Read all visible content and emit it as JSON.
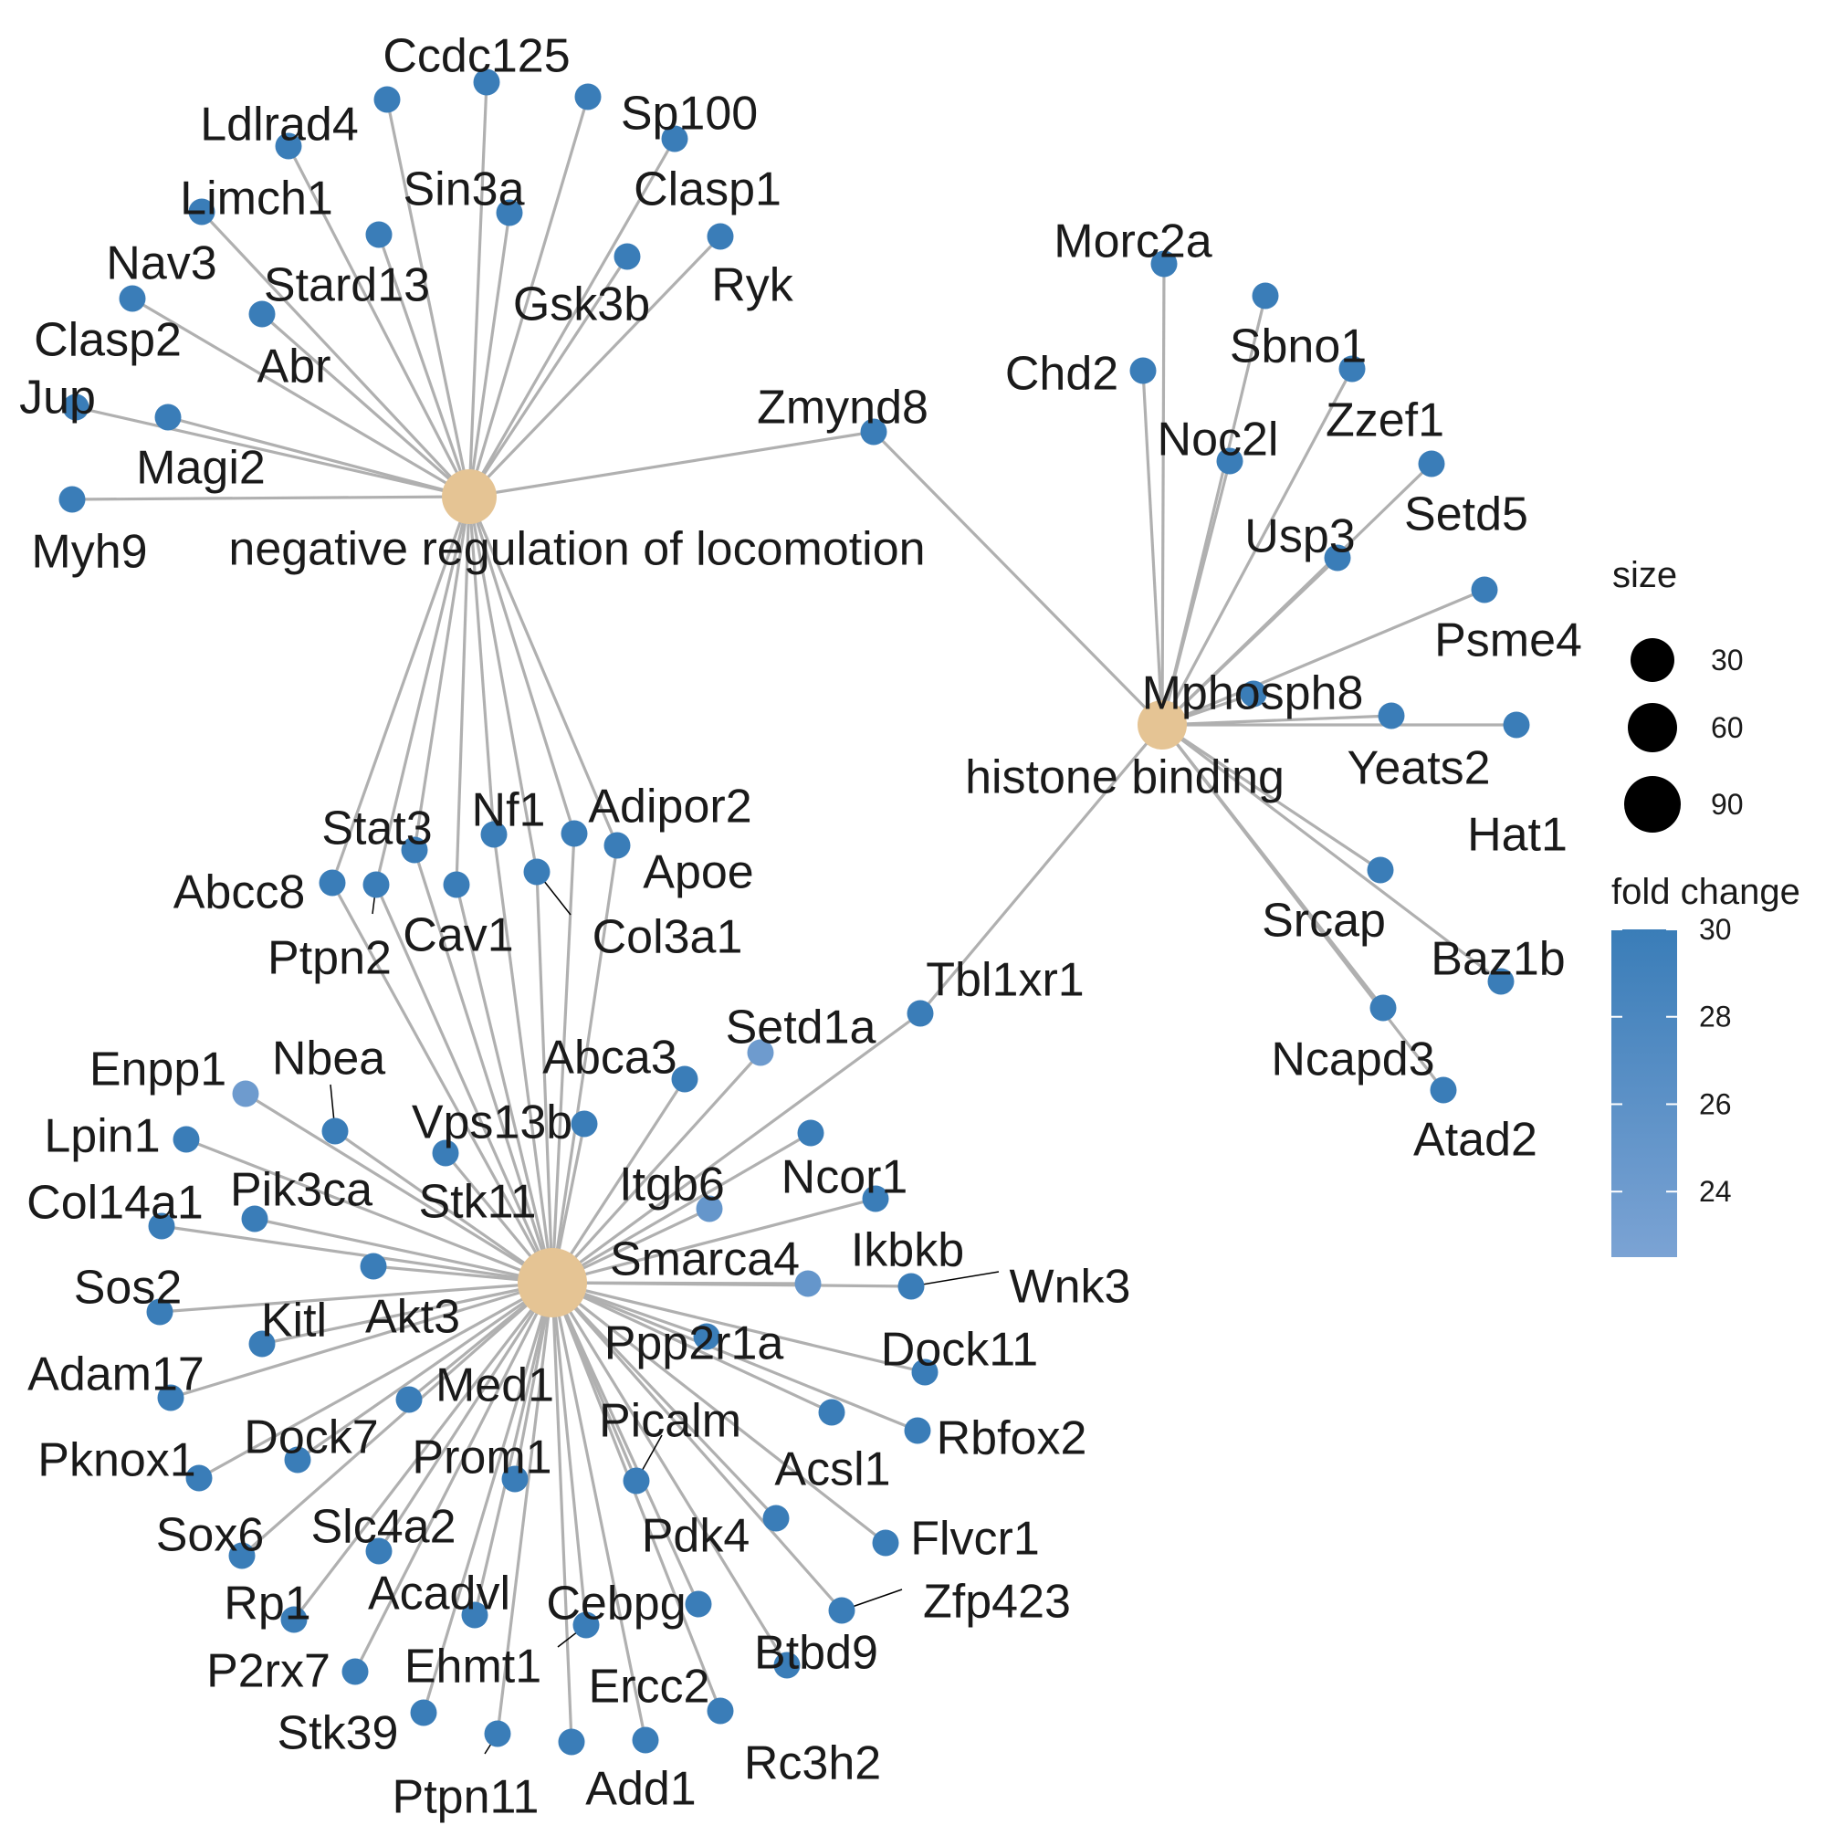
{
  "hubs": [
    {
      "id": "h1",
      "label": "negative regulation of locomotion",
      "color": "#E5C494"
    },
    {
      "id": "h2",
      "label": "histone binding",
      "color": "#E5C494"
    },
    {
      "id": "h3",
      "label": "",
      "color": "#E5C494"
    }
  ],
  "genes": [
    {
      "name": "Ccdc125",
      "fold_change": 30,
      "hubs": [
        "h1"
      ]
    },
    {
      "name": "Ldlrad4",
      "fold_change": 30,
      "hubs": [
        "h1"
      ]
    },
    {
      "name": "Sp100",
      "fold_change": 30,
      "hubs": [
        "h1"
      ]
    },
    {
      "name": "Sin3a",
      "fold_change": 30,
      "hubs": [
        "h1"
      ]
    },
    {
      "name": "Clasp1",
      "fold_change": 30,
      "hubs": [
        "h1"
      ]
    },
    {
      "name": "Limch1",
      "fold_change": 30,
      "hubs": [
        "h1"
      ]
    },
    {
      "name": "Stard13",
      "fold_change": 30,
      "hubs": [
        "h1"
      ]
    },
    {
      "name": "Nav3",
      "fold_change": 30,
      "hubs": [
        "h1"
      ]
    },
    {
      "name": "Gsk3b",
      "fold_change": 30,
      "hubs": [
        "h1"
      ]
    },
    {
      "name": "Ryk",
      "fold_change": 30,
      "hubs": [
        "h1"
      ]
    },
    {
      "name": "Clasp2",
      "fold_change": 30,
      "hubs": [
        "h1"
      ]
    },
    {
      "name": "Abr",
      "fold_change": 30,
      "hubs": [
        "h1"
      ]
    },
    {
      "name": "Jup",
      "fold_change": 30,
      "hubs": [
        "h1"
      ]
    },
    {
      "name": "Magi2",
      "fold_change": 30,
      "hubs": [
        "h1"
      ]
    },
    {
      "name": "Myh9",
      "fold_change": 30,
      "hubs": [
        "h1"
      ]
    },
    {
      "name": "Zmynd8",
      "fold_change": 30,
      "hubs": [
        "h1",
        "h2"
      ]
    },
    {
      "name": "Morc2a",
      "fold_change": 30,
      "hubs": [
        "h2"
      ]
    },
    {
      "name": "Sbno1",
      "fold_change": 30,
      "hubs": [
        "h2"
      ]
    },
    {
      "name": "Chd2",
      "fold_change": 30,
      "hubs": [
        "h2"
      ]
    },
    {
      "name": "Zzef1",
      "fold_change": 30,
      "hubs": [
        "h2"
      ]
    },
    {
      "name": "Noc2l",
      "fold_change": 30,
      "hubs": [
        "h2"
      ]
    },
    {
      "name": "Setd5",
      "fold_change": 30,
      "hubs": [
        "h2"
      ]
    },
    {
      "name": "Usp3",
      "fold_change": 30,
      "hubs": [
        "h2"
      ]
    },
    {
      "name": "Psme4",
      "fold_change": 30,
      "hubs": [
        "h2"
      ]
    },
    {
      "name": "Mphosph8",
      "fold_change": 30,
      "hubs": [
        "h2"
      ]
    },
    {
      "name": "Yeats2",
      "fold_change": 30,
      "hubs": [
        "h2"
      ]
    },
    {
      "name": "Hat1",
      "fold_change": 30,
      "hubs": [
        "h2"
      ]
    },
    {
      "name": "Srcap",
      "fold_change": 30,
      "hubs": [
        "h2"
      ]
    },
    {
      "name": "Baz1b",
      "fold_change": 30,
      "hubs": [
        "h2"
      ]
    },
    {
      "name": "Ncapd3",
      "fold_change": 30,
      "hubs": [
        "h2"
      ]
    },
    {
      "name": "Atad2",
      "fold_change": 30,
      "hubs": [
        "h2"
      ]
    },
    {
      "name": "Tbl1xr1",
      "fold_change": 30,
      "hubs": [
        "h2",
        "h3"
      ]
    },
    {
      "name": "Stat3",
      "fold_change": 30,
      "hubs": [
        "h1",
        "h3"
      ]
    },
    {
      "name": "Nf1",
      "fold_change": 30,
      "hubs": [
        "h1",
        "h3"
      ]
    },
    {
      "name": "Adipor2",
      "fold_change": 30,
      "hubs": [
        "h1",
        "h3"
      ]
    },
    {
      "name": "Apoe",
      "fold_change": 30,
      "hubs": [
        "h1",
        "h3"
      ]
    },
    {
      "name": "Abcc8",
      "fold_change": 30,
      "hubs": [
        "h1",
        "h3"
      ]
    },
    {
      "name": "Ptpn2",
      "fold_change": 30,
      "hubs": [
        "h1",
        "h3"
      ]
    },
    {
      "name": "Cav1",
      "fold_change": 30,
      "hubs": [
        "h1",
        "h3"
      ]
    },
    {
      "name": "Col3a1",
      "fold_change": 30,
      "hubs": [
        "h1",
        "h3"
      ]
    },
    {
      "name": "Setd1a",
      "fold_change": 24,
      "hubs": [
        "h3"
      ]
    },
    {
      "name": "Enpp1",
      "fold_change": 24,
      "hubs": [
        "h3"
      ]
    },
    {
      "name": "Nbea",
      "fold_change": 30,
      "hubs": [
        "h3"
      ]
    },
    {
      "name": "Abca3",
      "fold_change": 30,
      "hubs": [
        "h3"
      ]
    },
    {
      "name": "Vps13b",
      "fold_change": 30,
      "hubs": [
        "h3"
      ]
    },
    {
      "name": "Lpin1",
      "fold_change": 30,
      "hubs": [
        "h3"
      ]
    },
    {
      "name": "Pik3ca",
      "fold_change": 30,
      "hubs": [
        "h3"
      ]
    },
    {
      "name": "Stk11",
      "fold_change": 30,
      "hubs": [
        "h3"
      ]
    },
    {
      "name": "Itgb6",
      "fold_change": 25,
      "hubs": [
        "h3"
      ]
    },
    {
      "name": "Ncor1",
      "fold_change": 30,
      "hubs": [
        "h3"
      ]
    },
    {
      "name": "Col14a1",
      "fold_change": 30,
      "hubs": [
        "h3"
      ]
    },
    {
      "name": "Ikbkb",
      "fold_change": 30,
      "hubs": [
        "h3"
      ]
    },
    {
      "name": "Smarca4",
      "fold_change": 25,
      "hubs": [
        "h3"
      ]
    },
    {
      "name": "Sos2",
      "fold_change": 30,
      "hubs": [
        "h3"
      ]
    },
    {
      "name": "Akt3",
      "fold_change": 30,
      "hubs": [
        "h3"
      ]
    },
    {
      "name": "Wnk3",
      "fold_change": 30,
      "hubs": [
        "h3"
      ]
    },
    {
      "name": "Kitl",
      "fold_change": 30,
      "hubs": [
        "h3"
      ]
    },
    {
      "name": "Ppp2r1a",
      "fold_change": 30,
      "hubs": [
        "h3"
      ]
    },
    {
      "name": "Dock11",
      "fold_change": 30,
      "hubs": [
        "h3"
      ]
    },
    {
      "name": "Adam17",
      "fold_change": 30,
      "hubs": [
        "h3"
      ]
    },
    {
      "name": "Med1",
      "fold_change": 30,
      "hubs": [
        "h3"
      ]
    },
    {
      "name": "Pknox1",
      "fold_change": 30,
      "hubs": [
        "h3"
      ]
    },
    {
      "name": "Dock7",
      "fold_change": 30,
      "hubs": [
        "h3"
      ]
    },
    {
      "name": "Picalm",
      "fold_change": 30,
      "hubs": [
        "h3"
      ]
    },
    {
      "name": "Rbfox2",
      "fold_change": 30,
      "hubs": [
        "h3"
      ]
    },
    {
      "name": "Prom1",
      "fold_change": 30,
      "hubs": [
        "h3"
      ]
    },
    {
      "name": "Acsl1",
      "fold_change": 30,
      "hubs": [
        "h3"
      ]
    },
    {
      "name": "Sox6",
      "fold_change": 30,
      "hubs": [
        "h3"
      ]
    },
    {
      "name": "Slc4a2",
      "fold_change": 30,
      "hubs": [
        "h3"
      ]
    },
    {
      "name": "Pdk4",
      "fold_change": 30,
      "hubs": [
        "h3"
      ]
    },
    {
      "name": "Flvcr1",
      "fold_change": 30,
      "hubs": [
        "h3"
      ]
    },
    {
      "name": "Rp1",
      "fold_change": 30,
      "hubs": [
        "h3"
      ]
    },
    {
      "name": "Acadvl",
      "fold_change": 30,
      "hubs": [
        "h3"
      ]
    },
    {
      "name": "Cebpg",
      "fold_change": 30,
      "hubs": [
        "h3"
      ]
    },
    {
      "name": "Zfp423",
      "fold_change": 30,
      "hubs": [
        "h3"
      ]
    },
    {
      "name": "P2rx7",
      "fold_change": 30,
      "hubs": [
        "h3"
      ]
    },
    {
      "name": "Ehmt1",
      "fold_change": 30,
      "hubs": [
        "h3"
      ]
    },
    {
      "name": "Btbd9",
      "fold_change": 30,
      "hubs": [
        "h3"
      ]
    },
    {
      "name": "Ercc2",
      "fold_change": 30,
      "hubs": [
        "h3"
      ]
    },
    {
      "name": "Stk39",
      "fold_change": 30,
      "hubs": [
        "h3"
      ]
    },
    {
      "name": "Rc3h2",
      "fold_change": 30,
      "hubs": [
        "h3"
      ]
    },
    {
      "name": "Ptpn11",
      "fold_change": 30,
      "hubs": [
        "h3"
      ]
    },
    {
      "name": "Add1",
      "fold_change": 30,
      "hubs": [
        "h3"
      ]
    }
  ],
  "legend": {
    "size": {
      "title": "size",
      "values": [
        30,
        60,
        90
      ]
    },
    "color": {
      "title": "fold change",
      "ticks": [
        24,
        26,
        28,
        30
      ],
      "range": [
        22.5,
        30
      ],
      "low_color": "#7BA3D4",
      "high_color": "#3A7DB8"
    }
  },
  "colors": {
    "edge": "#B0B0B0",
    "gene_high": "#3A7DB8",
    "hub": "#E5C494"
  }
}
